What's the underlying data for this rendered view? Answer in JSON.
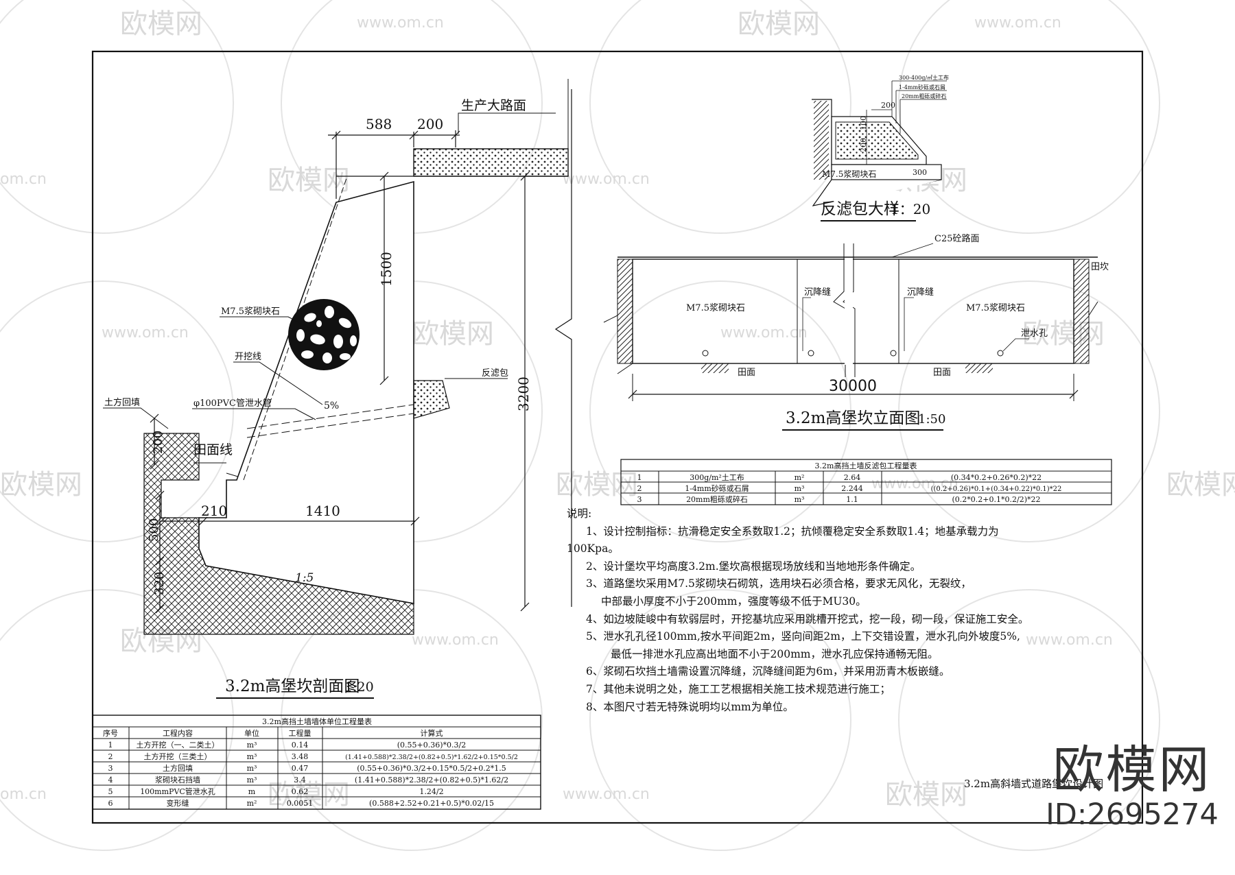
{
  "watermark": {
    "brand_cn": "欧模网",
    "url": "www.om.cn",
    "url_short": "om.cn",
    "color": "#d9d9d9"
  },
  "section": {
    "title": "3.2m高堡坎剖面图",
    "scale": "1:20",
    "dims": {
      "d588": "588",
      "d200_top": "200",
      "d1500": "1500",
      "d3200": "3200",
      "d200_left": "200",
      "d210": "210",
      "d1410": "1410",
      "d500": "500",
      "d320": "320"
    },
    "labels": {
      "road": "生产大路面",
      "masonry": "M7.5浆砌块石",
      "excavation": "开挖线",
      "pipe": "φ100PVC管泄水管",
      "slope_pct": "5%",
      "filter": "反滤包",
      "backfill": "土方回填",
      "field_line": "田面线",
      "slope_ratio": "1:5"
    }
  },
  "filter_detail": {
    "title": "反滤包大样",
    "scale": "1：20",
    "layers": [
      "300-400g/㎡土工布",
      "1-4mm砂砾或石屑",
      "20mm粗砾或碎石"
    ],
    "dims": {
      "top": "200",
      "v100": "100",
      "v200": "200",
      "bottom": "300"
    },
    "masonry": "M7.5浆砌块石"
  },
  "elevation": {
    "title": "3.2m高堡坎立面图",
    "scale": "1:50",
    "road": "C25砼路面",
    "field_edge": "田坎",
    "masonry": "M7.5浆砌块石",
    "joint": "沉降缝",
    "drain": "泄水孔",
    "ground": "田面",
    "length": "30000"
  },
  "filter_table": {
    "title": "3.2m高挡土墙反滤包工程量表",
    "rows": [
      [
        "1",
        "300g/m²土工布",
        "m²",
        "2.64",
        "(0.34*0.2+0.26*0.2)*22"
      ],
      [
        "2",
        "1-4mm砂砾或石屑",
        "m³",
        "2.244",
        "((0.2+0.26)*0.1+(0.34+0.22)*0.1)*22"
      ],
      [
        "3",
        "20mm粗砾或碎石",
        "m³",
        "1.1",
        "(0.2*0.2+0.1*0.2/2)*22"
      ]
    ]
  },
  "quantity_table": {
    "title": "3.2m高挡土墙墙体单位工程量表",
    "headers": [
      "序号",
      "工程内容",
      "单位",
      "工程量",
      "计算式"
    ],
    "rows": [
      [
        "1",
        "土方开挖（一、二类土）",
        "m³",
        "0.14",
        "(0.55+0.36)*0.3/2"
      ],
      [
        "2",
        "土方开挖（三类土）",
        "m³",
        "3.48",
        "(1.41+0.588)*2.38/2+(0.82+0.5)*1.62/2+0.15*0.5/2"
      ],
      [
        "3",
        "土方回填",
        "m³",
        "0.47",
        "(0.55+0.36)*0.3/2+0.15*0.5/2+0.2*1.5"
      ],
      [
        "4",
        "浆砌块石挡墙",
        "m³",
        "3.4",
        "(1.41+0.588)*2.38/2+(0.82+0.5)*1.62/2"
      ],
      [
        "5",
        "100mmPVC管泄水孔",
        "m",
        "0.62",
        "1.24/2"
      ],
      [
        "6",
        "变形缝",
        "m²",
        "0.0051",
        "(0.588+2.52+0.21+0.5)*0.02/15"
      ]
    ]
  },
  "notes": {
    "heading": "说明:",
    "lines": [
      "1、设计控制指标：抗滑稳定安全系数取1.2；抗倾覆稳定安全系数取1.4；地基承载力为",
      "100Kpa。",
      "2、设计堡坎平均高度3.2m.堡坎高根据现场放线和当地地形条件确定。",
      "3、道路堡坎采用M7.5浆砌块石砌筑，选用块石必须合格，要求无风化，无裂纹，",
      "中部最小厚度不小于200mm，强度等级不低于MU30。",
      "4、如边坡陡峻中有软弱层时，开挖基坑应采用跳槽开挖式，挖一段，砌一段，保证施工安全。",
      "5、泄水孔孔径100mm,按水平间距2m，竖向间距2m，上下交错设置，泄水孔向外坡度5%,",
      "最低一排泄水孔应高出地面不小于200mm，泄水孔应保持通畅无阻。",
      "6、浆砌石坎挡土墙需设置沉降缝，沉降缝间距为6m，并采用沥青木板嵌缝。",
      "7、其他未说明之处，施工工艺根据相关施工技术规范进行施工；",
      "8、本图尺寸若无特殊说明均以mm为单位。"
    ]
  },
  "drawing_title": "3.2m高斜墙式道路堡坎设计图",
  "logo": {
    "name": "欧模网",
    "id": "ID:2695274"
  }
}
